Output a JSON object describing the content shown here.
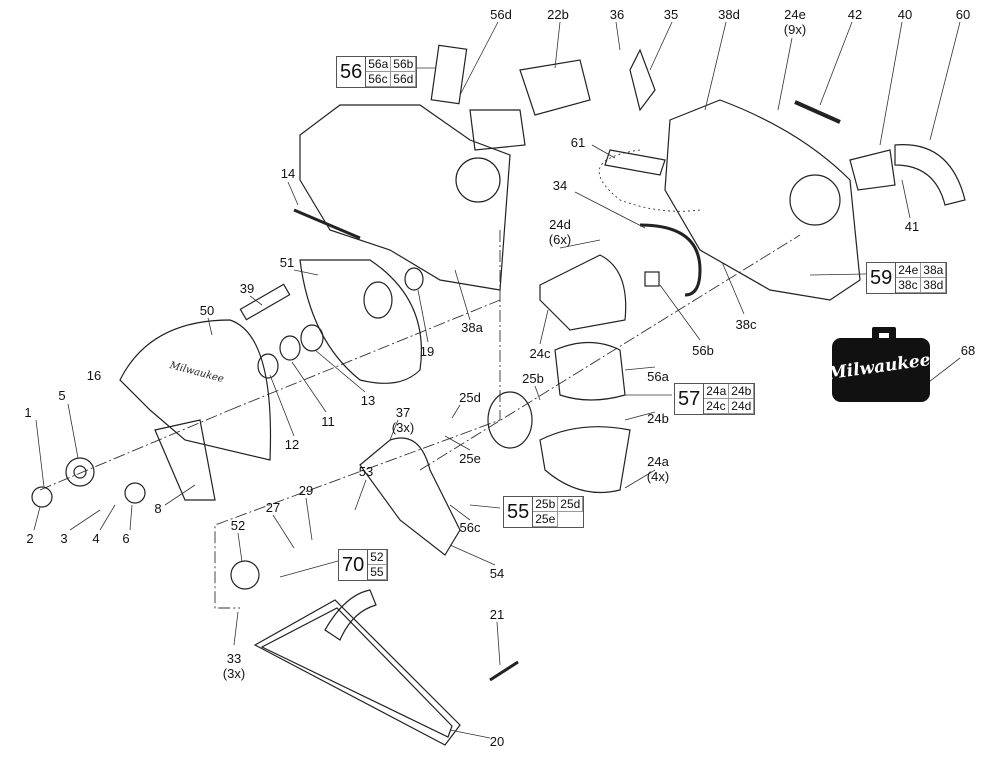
{
  "labels": [
    "1",
    "5",
    "2",
    "3",
    "4",
    "6",
    "8",
    "16",
    "50",
    "39",
    "51",
    "14",
    "12",
    "11",
    "13",
    "19",
    "38a",
    "56d",
    "22b",
    "36",
    "35",
    "38d",
    "24e\n(9x)",
    "42",
    "40",
    "60",
    "61",
    "34",
    "24d\n(6x)",
    "41",
    "38c",
    "56b",
    "24c",
    "56a",
    "25b",
    "25d",
    "37\n(3x)",
    "24b",
    "24a\n(4x)",
    "25e",
    "56c",
    "54",
    "53",
    "29",
    "27",
    "52",
    "21",
    "33\n(3x)",
    "20",
    "68"
  ],
  "callouts": [
    {
      "id": "56",
      "items": [
        "56a",
        "56b",
        "56c",
        "56d"
      ]
    },
    {
      "id": "59",
      "items": [
        "24e",
        "38a",
        "38c",
        "38d"
      ]
    },
    {
      "id": "57",
      "items": [
        "24a",
        "24b",
        "24c",
        "24d"
      ]
    },
    {
      "id": "55",
      "items": [
        "25b",
        "25d",
        "25e"
      ]
    },
    {
      "id": "70",
      "items": [
        "52",
        "55"
      ]
    }
  ],
  "case_logo": "Milwaukee",
  "guard_logo": "Milwaukee"
}
